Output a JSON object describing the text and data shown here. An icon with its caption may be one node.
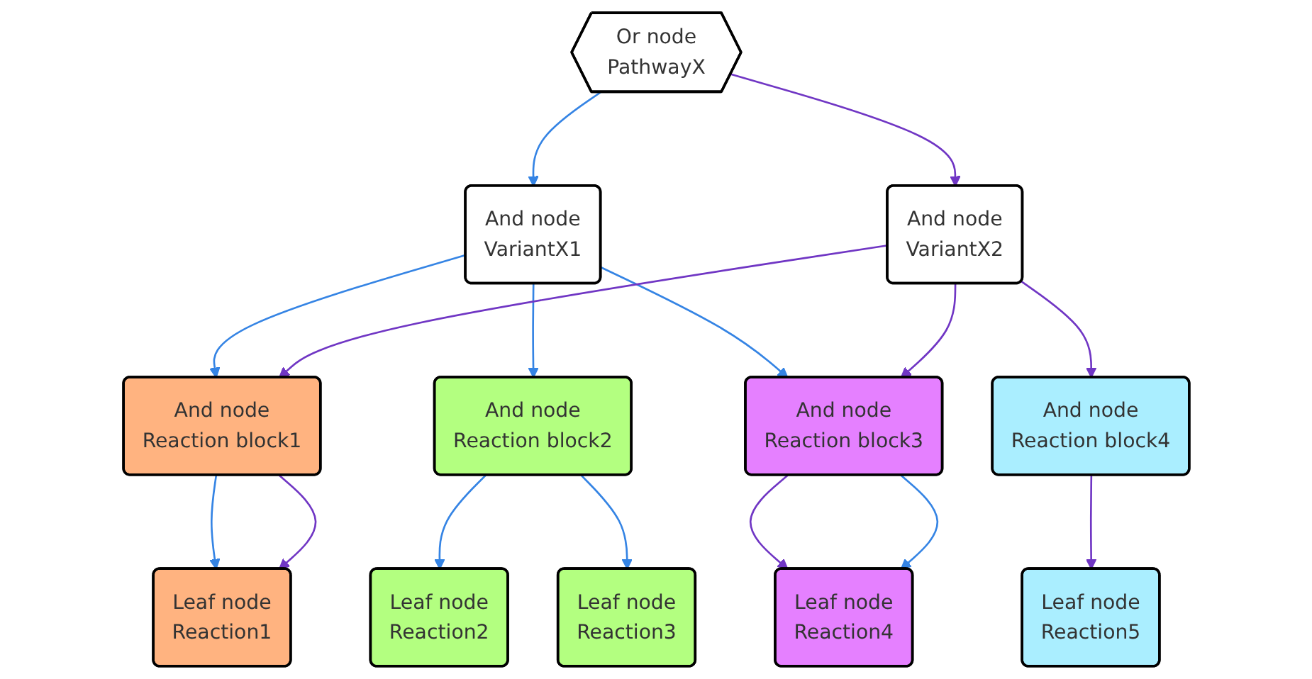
{
  "diagram": {
    "nodes": [
      {
        "text": [
          "Or node",
          "PathwayX"
        ]
      },
      {
        "text": [
          "And node",
          "VariantX1"
        ]
      },
      {
        "text": [
          "And node",
          "VariantX2"
        ]
      },
      {
        "text": [
          "And node",
          "Reaction block1"
        ]
      },
      {
        "text": [
          "And node",
          "Reaction block2"
        ]
      },
      {
        "text": [
          "And node",
          "Reaction block3"
        ]
      },
      {
        "text": [
          "And node",
          "Reaction block4"
        ]
      },
      {
        "text": [
          "Leaf node",
          "Reaction1"
        ]
      },
      {
        "text": [
          "Leaf node",
          "Reaction2"
        ]
      },
      {
        "text": [
          "Leaf node",
          "Reaction3"
        ]
      },
      {
        "text": [
          "Leaf node",
          "Reaction4"
        ]
      },
      {
        "text": [
          "Leaf node",
          "Reaction5"
        ]
      }
    ],
    "edges": [
      {
        "from": 0,
        "to": 1,
        "arrow": "to",
        "color": "#3584e4"
      },
      {
        "from": 0,
        "to": 2,
        "arrow": "to",
        "color": "#7036c4"
      },
      {
        "from": 1,
        "to": 3,
        "arrow": "to",
        "color": "#3584e4"
      },
      {
        "from": 1,
        "to": 4,
        "arrow": "to",
        "color": "#3584e4"
      },
      {
        "from": 1,
        "to": 5,
        "arrow": "to",
        "color": "#3584e4"
      },
      {
        "from": 2,
        "to": 3,
        "arrow": "to",
        "color": "#7036c4"
      },
      {
        "from": 2,
        "to": 5,
        "arrow": "to",
        "color": "#7036c4"
      },
      {
        "from": 2,
        "to": 6,
        "arrow": "to",
        "color": "#7036c4"
      },
      {
        "from": 3,
        "to": 7,
        "arrow": "to",
        "color": "#3584e4"
      },
      {
        "from": 3,
        "to": 7,
        "arrow": "to",
        "color": "#7036c4"
      },
      {
        "from": 4,
        "to": 8,
        "arrow": "to",
        "color": "#3584e4"
      },
      {
        "from": 4,
        "to": 9,
        "arrow": "to",
        "color": "#3584e4"
      },
      {
        "from": 5,
        "to": 10,
        "arrow": "to",
        "color": "#7036c4"
      },
      {
        "from": 5,
        "to": 10,
        "arrow": "to",
        "color": "#3584e4"
      },
      {
        "from": 6,
        "to": 11,
        "arrow": "to",
        "color": "#7036c4"
      }
    ]
  }
}
